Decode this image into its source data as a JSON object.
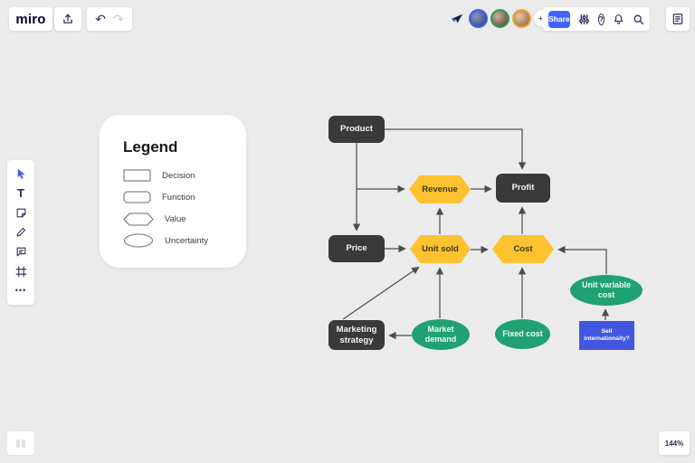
{
  "app": {
    "logo": "miro",
    "zoom_level": "144%",
    "share_label": "Share",
    "collaborators_more": "+3",
    "help_glyph": "?",
    "undo_glyph": "↶",
    "redo_glyph": "↷",
    "text_tool_glyph": "T",
    "more_tools_glyph": "•••"
  },
  "colors": {
    "canvas_bg": "#ebebeb",
    "share_button_blue": "#4262ff",
    "node_dark": "#3a3a3a",
    "node_yellow": "#fcc22f",
    "node_green": "#20a173",
    "node_blue": "#4356e0",
    "edge_line": "#4d4d4d",
    "avatar_ring_blue": "#3b5bfd",
    "avatar_ring_green": "#2e9e5b",
    "avatar_ring_orange": "#f0a32f"
  },
  "legend": {
    "title": "Legend",
    "items": [
      {
        "shape": "rectangle",
        "label": "Decision"
      },
      {
        "shape": "rounded-rectangle",
        "label": "Function"
      },
      {
        "shape": "hexagon",
        "label": "Value"
      },
      {
        "shape": "ellipse",
        "label": "Uncertainty"
      }
    ]
  },
  "diagram": {
    "nodes": [
      {
        "id": "product",
        "label": "Product",
        "type": "function-dark"
      },
      {
        "id": "revenue",
        "label": "Revenue",
        "type": "value-hexagon"
      },
      {
        "id": "profit",
        "label": "Profit",
        "type": "function-dark"
      },
      {
        "id": "price",
        "label": "Price",
        "type": "function-dark"
      },
      {
        "id": "unit_sold",
        "label": "Unit sold",
        "type": "value-hexagon"
      },
      {
        "id": "cost",
        "label": "Cost",
        "type": "value-hexagon"
      },
      {
        "id": "marketing_strategy",
        "label": "Marketing strategy",
        "type": "function-dark"
      },
      {
        "id": "market_demand",
        "label": "Market demand",
        "type": "uncertainty-ellipse"
      },
      {
        "id": "fixed_cost",
        "label": "Fixed cost",
        "type": "uncertainty-ellipse"
      },
      {
        "id": "unit_variable_cost",
        "label": "Unit variable cost",
        "type": "uncertainty-ellipse"
      },
      {
        "id": "sell_internationally",
        "label": "Sell internationally?",
        "type": "decision-rectangle"
      }
    ],
    "edges": [
      {
        "from": "Product",
        "to": "Profit"
      },
      {
        "from": "Product",
        "to": "Revenue"
      },
      {
        "from": "Product",
        "to": "Price"
      },
      {
        "from": "Revenue",
        "to": "Profit"
      },
      {
        "from": "Price",
        "to": "Unit sold"
      },
      {
        "from": "Unit sold",
        "to": "Revenue"
      },
      {
        "from": "Unit sold",
        "to": "Cost"
      },
      {
        "from": "Cost",
        "to": "Profit"
      },
      {
        "from": "Market demand",
        "to": "Marketing strategy"
      },
      {
        "from": "Market demand",
        "to": "Unit sold"
      },
      {
        "from": "Marketing strategy",
        "to": "Unit sold"
      },
      {
        "from": "Fixed cost",
        "to": "Cost"
      },
      {
        "from": "Sell internationally?",
        "to": "Unit variable cost"
      },
      {
        "from": "Unit variable cost",
        "to": "Cost"
      }
    ]
  }
}
